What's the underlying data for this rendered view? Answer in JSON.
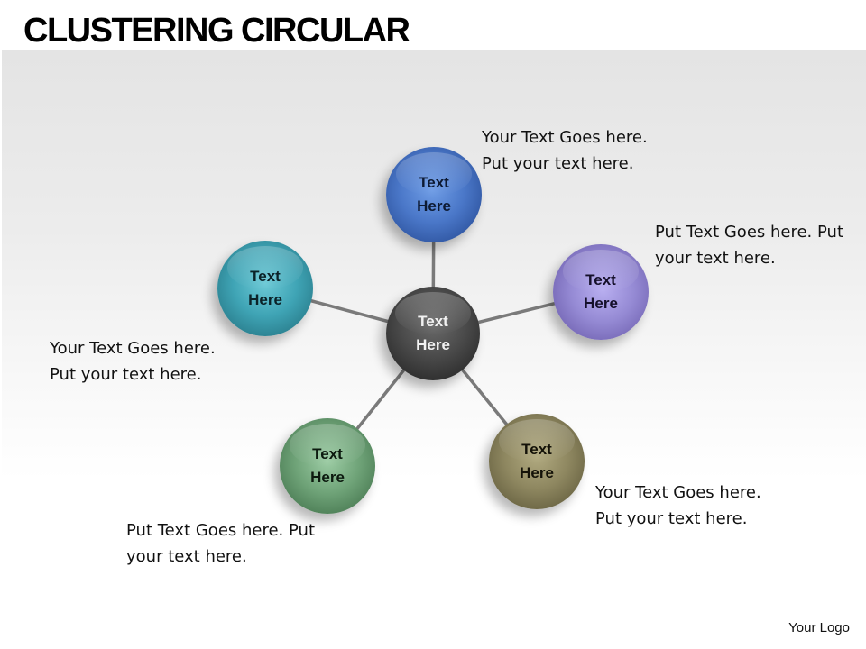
{
  "title": "CLUSTERING CIRCULAR",
  "logo": "Your Logo",
  "colors": {
    "connector": "#7a7a7a",
    "center": "#3a3a3a",
    "blue": "#3a63b0",
    "teal": "#3a9aab",
    "purple": "#8a7cc4",
    "green": "#5e9468",
    "olive": "#7d7650"
  },
  "diagram": {
    "center": {
      "line1": "Text",
      "line2": "Here"
    },
    "nodes": [
      {
        "id": "top",
        "line1": "Text",
        "line2": "Here",
        "color": "blue"
      },
      {
        "id": "right",
        "line1": "Text",
        "line2": "Here",
        "color": "purple"
      },
      {
        "id": "bottom-right",
        "line1": "Text",
        "line2": "Here",
        "color": "olive"
      },
      {
        "id": "bottom-left",
        "line1": "Text",
        "line2": "Here",
        "color": "green"
      },
      {
        "id": "left",
        "line1": "Text",
        "line2": "Here",
        "color": "teal"
      }
    ],
    "callouts": [
      {
        "id": "top",
        "line1": "Your Text Goes here.",
        "line2": "Put your text here."
      },
      {
        "id": "right",
        "line1": "Put Text Goes here. Put",
        "line2": "your text here."
      },
      {
        "id": "bottom-right",
        "line1": "Your Text Goes here.",
        "line2": "Put your text here."
      },
      {
        "id": "bottom-left",
        "line1": "Put Text Goes here. Put",
        "line2": "your text here."
      },
      {
        "id": "left",
        "line1": "Your Text Goes here.",
        "line2": "Put your text here."
      }
    ]
  }
}
